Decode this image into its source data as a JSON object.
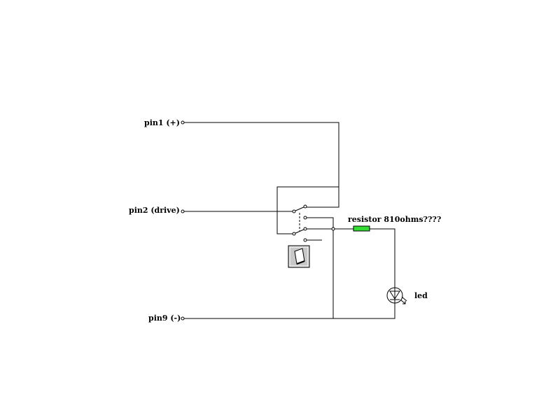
{
  "labels": {
    "pin1": "pin1 (+)",
    "pin2": "pin2 (drive)",
    "pin9": "pin9 (-)",
    "resistor": "resistor 810ohms????",
    "led": "led"
  },
  "icons": {
    "switch": "rocker-switch-icon",
    "led": "led-symbol-icon"
  },
  "colors": {
    "wire": "#000000",
    "resistor": "#33dd33",
    "switch_face": "#c8c8c8",
    "background": "#ffffff"
  }
}
